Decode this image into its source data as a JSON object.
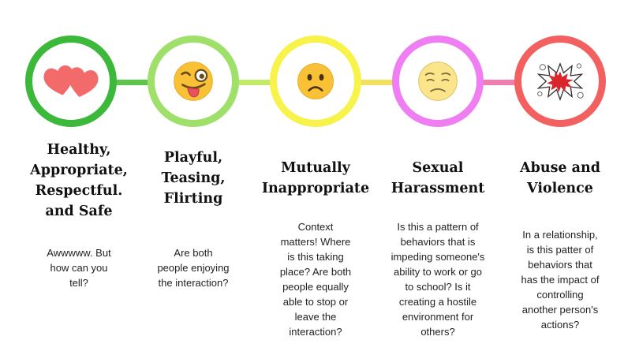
{
  "stages": [
    {
      "title": [
        "Healthy,",
        "Appropriate,",
        "Respectful.",
        "and Safe"
      ],
      "description": [
        "Awwwww. But",
        "how can you",
        "tell?"
      ],
      "ring_color": "#3cb83a",
      "icon": "two-hearts-icon"
    },
    {
      "title": [
        "Playful,",
        "Teasing,",
        "Flirting"
      ],
      "description": [
        "Are both",
        "people enjoying",
        "the interaction?"
      ],
      "ring_color": "#9ee06a",
      "icon": "winking-tongue-face-icon"
    },
    {
      "title": [
        "Mutually",
        "Inappropriate"
      ],
      "description": [
        "Context",
        "matters! Where",
        "is this taking",
        "place? Are both",
        "people equally",
        "able to stop or",
        "leave the",
        "interaction?"
      ],
      "ring_color": "#f7f34b",
      "icon": "frowning-face-icon"
    },
    {
      "title": [
        "Sexual",
        "Harassment"
      ],
      "description": [
        "Is this a pattern of",
        "behaviors that is",
        "impeding someone's",
        "ability to work or go",
        "to school? Is it",
        "creating a hostile",
        "environment for",
        "others?"
      ],
      "ring_color": "#ee7ef2",
      "icon": "sad-face-icon"
    },
    {
      "title": [
        "Abuse and",
        "Violence"
      ],
      "description": [
        "In a relationship,",
        "is this patter of",
        "behaviors that",
        "has the impact of",
        "controlling",
        "another person's",
        "actions?"
      ],
      "ring_color": "#f26060",
      "icon": "explosion-icon"
    }
  ]
}
